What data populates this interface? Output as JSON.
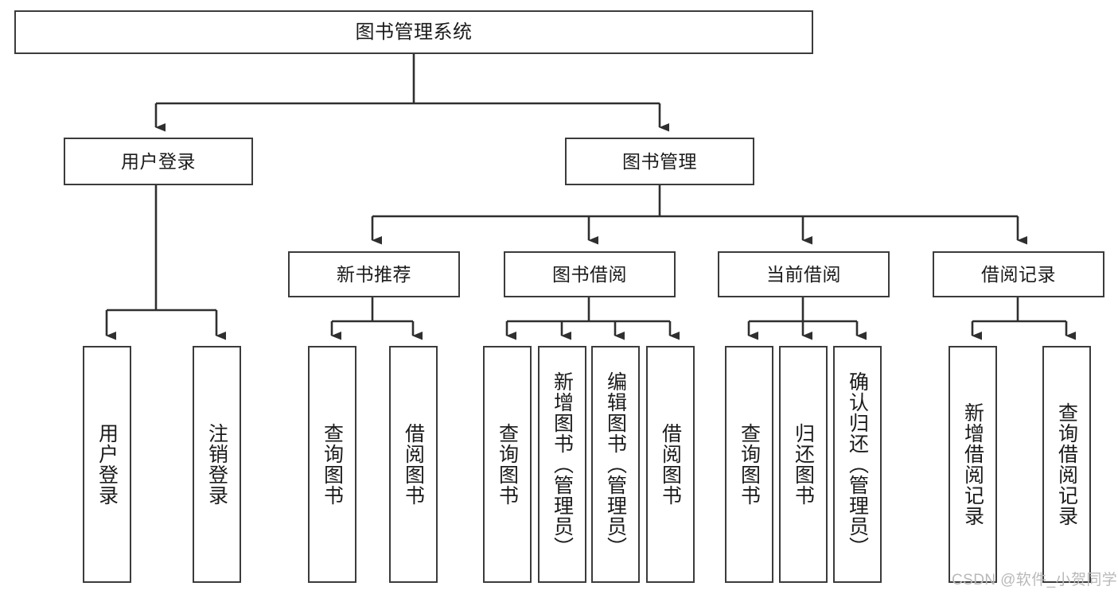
{
  "diagram": {
    "title": "图书管理系统",
    "type": "tree-hierarchy-diagram",
    "colors": {
      "box_border": "#3b3b3b",
      "box_fill": "#ffffff",
      "connector": "#2f2f2f",
      "text": "#1b1b1b",
      "watermark": "#b9b9b9",
      "background": "#ffffff"
    },
    "watermark": "CSDN @软件_小贺同学",
    "nodes": {
      "root": {
        "label": "图书管理系统"
      },
      "level2": [
        {
          "label": "用户登录"
        },
        {
          "label": "图书管理"
        }
      ],
      "level3": [
        {
          "label": "新书推荐"
        },
        {
          "label": "图书借阅"
        },
        {
          "label": "当前借阅"
        },
        {
          "label": "借阅记录"
        }
      ],
      "leaves": {
        "user_login": [
          {
            "label": "用户登录"
          },
          {
            "label": "注销登录"
          }
        ],
        "new_book_recommend": [
          {
            "label": "查询图书"
          },
          {
            "label": "借阅图书"
          }
        ],
        "book_borrow": [
          {
            "label": "查询图书"
          },
          {
            "label": "新增图书（管理员）"
          },
          {
            "label": "编辑图书（管理员）"
          },
          {
            "label": "借阅图书"
          }
        ],
        "current_borrow": [
          {
            "label": "查询图书"
          },
          {
            "label": "归还图书"
          },
          {
            "label": "确认归还（管理员）"
          }
        ],
        "borrow_record": [
          {
            "label": "新增借阅记录"
          },
          {
            "label": "查询借阅记录"
          }
        ]
      }
    }
  }
}
